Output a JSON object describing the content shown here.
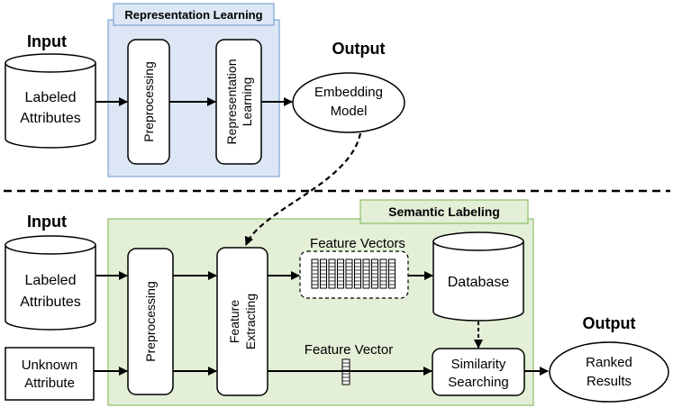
{
  "top": {
    "input_label": "Input",
    "input_db": [
      "Labeled",
      "Attributes"
    ],
    "panel_title": "Representation Learning",
    "step1": "Preprocessing",
    "step2": [
      "Representation",
      "Learning"
    ],
    "output_label": "Output",
    "output_node": [
      "Embedding",
      "Model"
    ]
  },
  "bottom": {
    "input_label": "Input",
    "input_db": [
      "Labeled",
      "Attributes"
    ],
    "input_box": [
      "Unknown",
      "Attribute"
    ],
    "panel_title": "Semantic Labeling",
    "step1": "Preprocessing",
    "step2": [
      "Feature",
      "Extracting"
    ],
    "feature_vectors_label": "Feature Vectors",
    "feature_vector_label": "Feature Vector",
    "database": "Database",
    "similarity": [
      "Similarity",
      "Searching"
    ],
    "output_label": "Output",
    "output_node": [
      "Ranked",
      "Results"
    ]
  },
  "colors": {
    "top_panel_fill": "#dce6f4",
    "top_panel_border": "#7fa7d6",
    "bottom_panel_fill": "#e3efd6",
    "bottom_panel_border": "#8fbf6a"
  }
}
